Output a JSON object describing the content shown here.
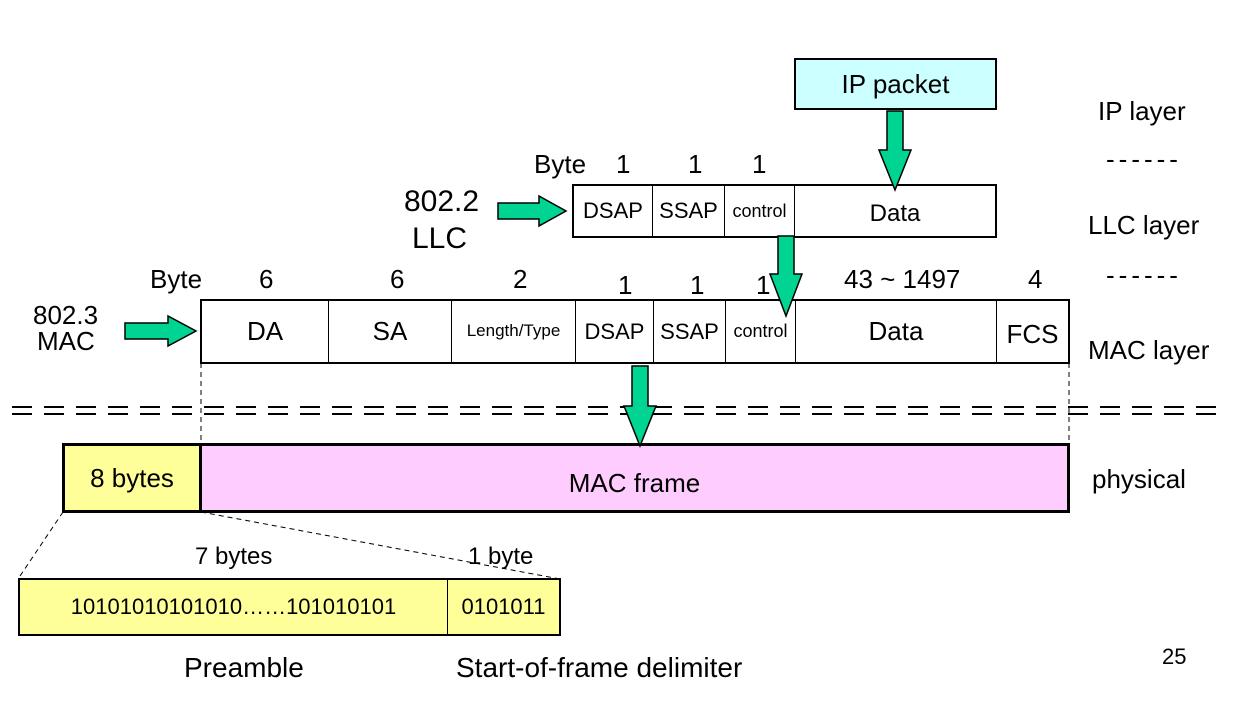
{
  "ip_packet": {
    "label": "IP packet",
    "fill": "#ccffff"
  },
  "layers": {
    "ip": "IP layer",
    "llc": "LLC layer",
    "mac": "MAC layer",
    "physical": "physical",
    "separator": "------"
  },
  "llc_frame": {
    "title_line1": "802.2",
    "title_line2": "LLC",
    "byte_label": "Byte",
    "sizes": [
      "1",
      "1",
      "1"
    ],
    "fields": [
      "DSAP",
      "SSAP",
      "control",
      "Data"
    ]
  },
  "mac_frame": {
    "title_line1": "802.3",
    "title_line2": "MAC",
    "byte_label": "Byte",
    "sizes": [
      "6",
      "6",
      "2",
      "1",
      "1",
      "1",
      "43 ~ 1497",
      "4"
    ],
    "fields": [
      "DA",
      "SA",
      "Length/Type",
      "DSAP",
      "SSAP",
      "control",
      "Data",
      "FCS"
    ]
  },
  "physical_frame": {
    "preamble_label": "8 bytes",
    "mac_frame_label": "MAC frame",
    "preamble_fill": "#ffff99",
    "mac_fill": "#ffccff"
  },
  "preamble_detail": {
    "size_left": "7 bytes",
    "size_right": "1 byte",
    "bits_left": "10101010101010……101010101",
    "bits_right": "0101011",
    "caption_left": "Preamble",
    "caption_right": "Start-of-frame delimiter",
    "fill": "#ffff99"
  },
  "arrow_color": "#00d492",
  "page_number": "25"
}
